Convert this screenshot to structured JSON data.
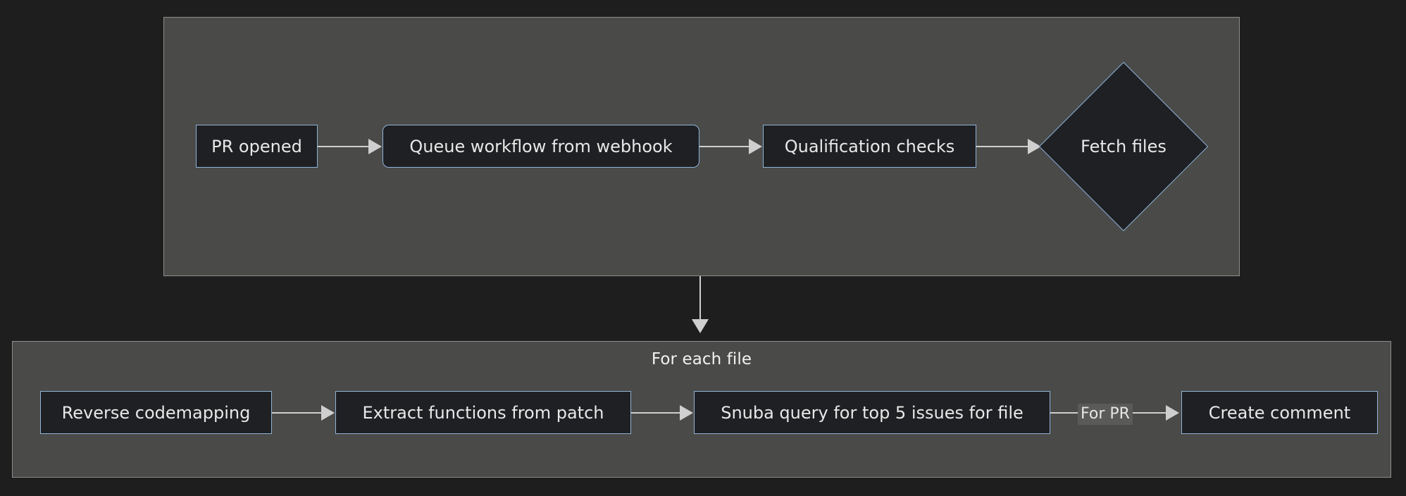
{
  "diagram": {
    "type": "flowchart",
    "direction": "left-to-right",
    "background_color": "#1e1e1e",
    "subgraph_fill": "#4a4a48",
    "node_fill": "#1f2023",
    "node_border_color": "#8fb4d9",
    "edge_color": "#cfcfcf",
    "text_color": "#e8e8e8"
  },
  "subgraphs": [
    {
      "id": "top",
      "label": "",
      "nodes": [
        {
          "id": "pr-opened",
          "label": "PR opened",
          "shape": "rect"
        },
        {
          "id": "queue-workflow",
          "label": "Queue workflow from webhook",
          "shape": "rounded-rect"
        },
        {
          "id": "qualification",
          "label": "Qualification checks",
          "shape": "rect"
        },
        {
          "id": "fetch-files",
          "label": "Fetch files",
          "shape": "diamond"
        }
      ]
    },
    {
      "id": "bottom",
      "label": "For each file",
      "nodes": [
        {
          "id": "reverse-codemapping",
          "label": "Reverse codemapping",
          "shape": "rect"
        },
        {
          "id": "extract-functions",
          "label": "Extract functions from patch",
          "shape": "rect"
        },
        {
          "id": "snuba-query",
          "label": "Snuba query for top 5 issues for file",
          "shape": "rect"
        },
        {
          "id": "create-comment",
          "label": "Create comment",
          "shape": "rect"
        }
      ]
    }
  ],
  "edges": [
    {
      "from": "pr-opened",
      "to": "queue-workflow",
      "label": ""
    },
    {
      "from": "queue-workflow",
      "to": "qualification",
      "label": ""
    },
    {
      "from": "qualification",
      "to": "fetch-files",
      "label": ""
    },
    {
      "from": "top",
      "to": "bottom",
      "label": ""
    },
    {
      "from": "reverse-codemapping",
      "to": "extract-functions",
      "label": ""
    },
    {
      "from": "extract-functions",
      "to": "snuba-query",
      "label": ""
    },
    {
      "from": "snuba-query",
      "to": "create-comment",
      "label": "For PR"
    }
  ]
}
